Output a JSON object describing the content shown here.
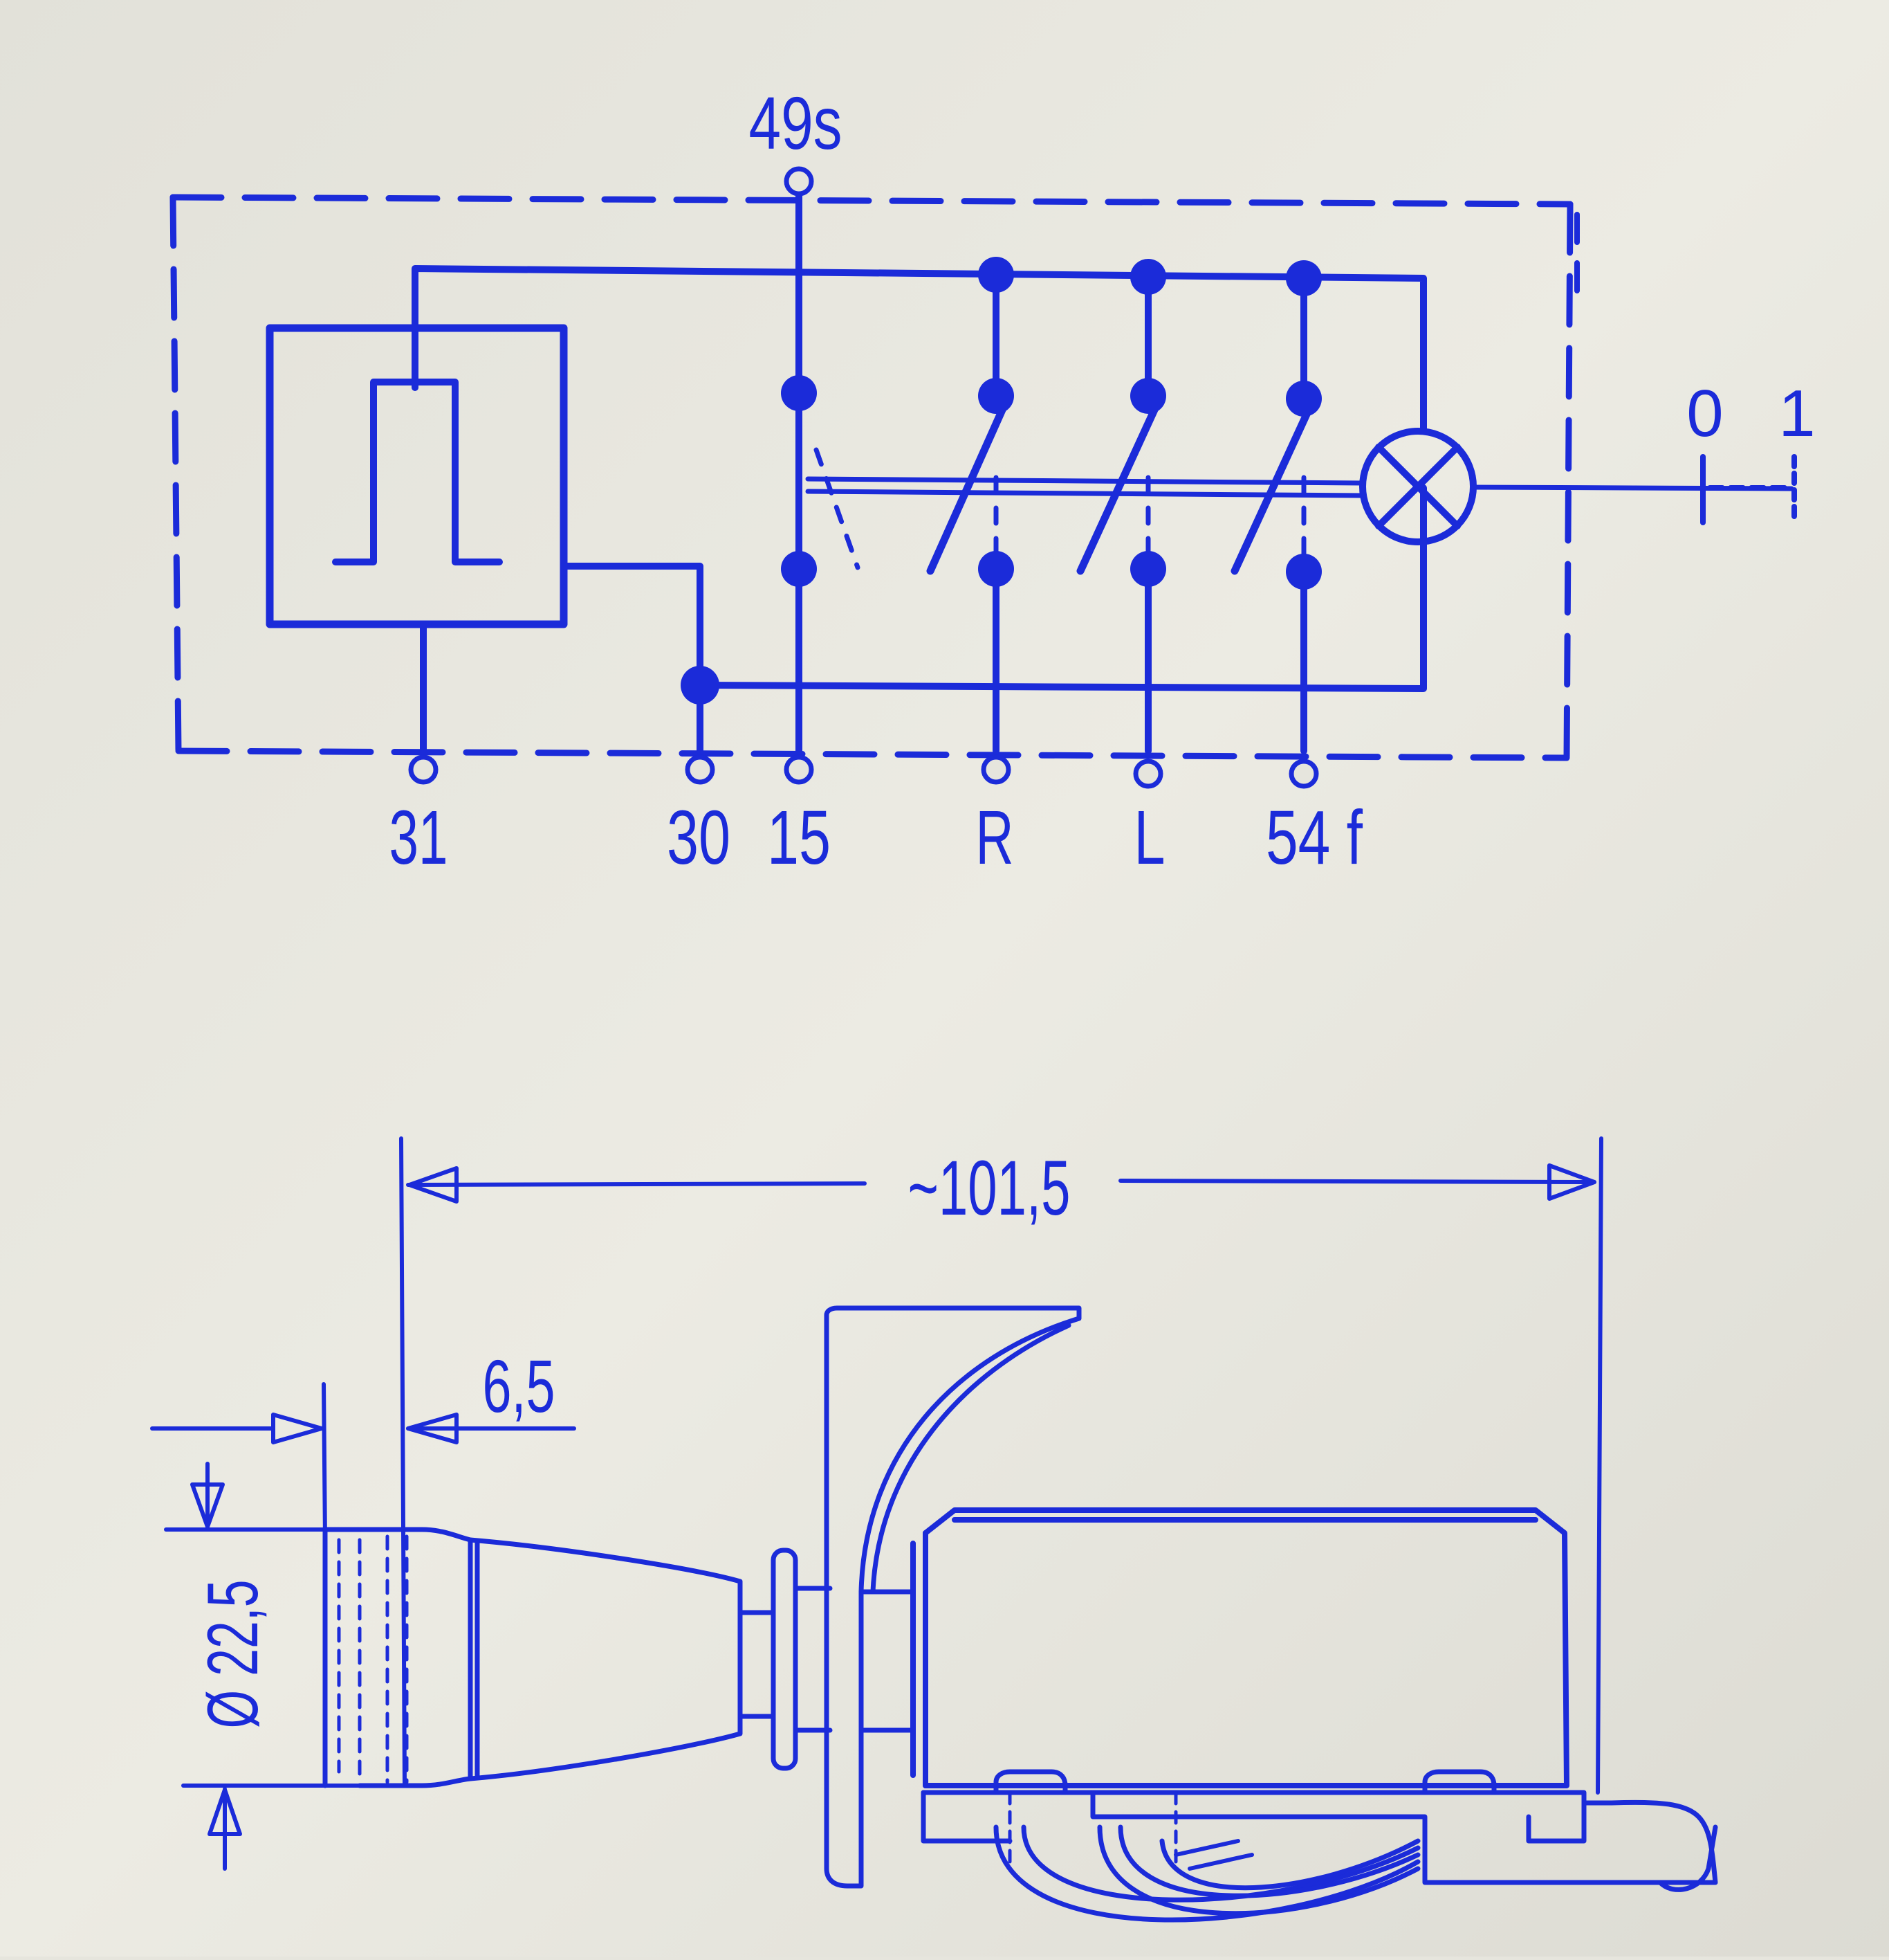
{
  "colors": {
    "background": "#e6e5dd",
    "ink": "#1b2bd9",
    "ink_dark": "#2233c8"
  },
  "schematic": {
    "top_terminal": "49s",
    "bottom_terminals": [
      "31",
      "30",
      "15",
      "R",
      "L",
      "54 f"
    ],
    "switch_positions": [
      "0",
      "1"
    ],
    "components": [
      "flasher-unit",
      "ignition-contact",
      "switch-R",
      "switch-L",
      "switch-54f",
      "indicator-lamp"
    ]
  },
  "drawing": {
    "overall_length": "~101,5",
    "front_offset": "6,5",
    "knob_diameter": "Ø 22,5"
  }
}
